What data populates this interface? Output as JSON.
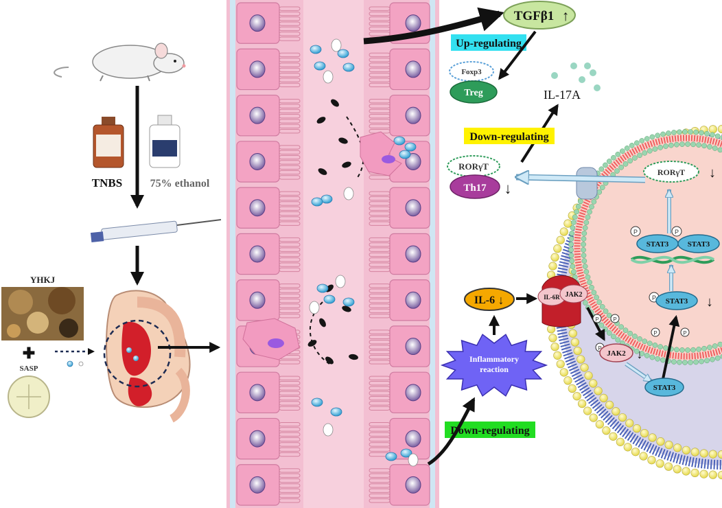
{
  "left_panel": {
    "tnbs": "TNBS",
    "ethanol": "75% ethanol",
    "yhkj": "YHKJ",
    "plus": "✚",
    "sasp": "SASP"
  },
  "right_panel": {
    "tgfb1": "TGFβ1",
    "tgfb1_arrow": "↑",
    "up_regulating": "Up-regulating",
    "foxp3": "Foxp3",
    "treg": "Treg",
    "il17a": "IL-17A",
    "down_regulating_top": "Down-regulating",
    "rorgt_outer": "RORγT",
    "th17": "Th17",
    "down_arrow": "↓",
    "rorgt_inner": "RORγT",
    "stat3": "STAT3",
    "p": "P",
    "il6": "IL-6",
    "il6r": "IL-6R",
    "jak2": "JAK2",
    "inflammatory_reaction": "Inflammatory reaction",
    "down_regulating_bottom": "Down-regulating"
  },
  "colors": {
    "up_regulating_bg": "#33e0f0",
    "down_regulating_top_bg": "#fff200",
    "down_regulating_bottom_bg": "#22dd22",
    "tgfb1_fill": "#c8e6a0",
    "treg_fill": "#2e9c5a",
    "th17_fill": "#a83c9c",
    "il6_fill": "#f5a800",
    "inflammatory_fill": "#6f63f5",
    "stat3_fill": "#58b8dc",
    "jak2_fill": "#f4c6cc",
    "membrane_bead": "#f8ef7a",
    "nucleus_fill": "#f9d5cd",
    "cell_fill": "#d7d5ea",
    "tissue_pink": "#f4a7c4"
  }
}
